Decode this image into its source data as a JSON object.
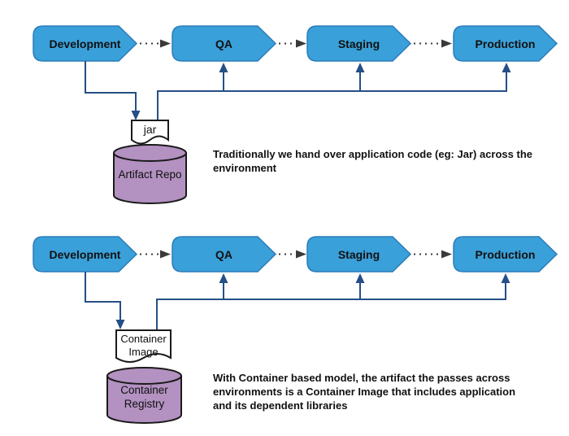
{
  "colors": {
    "stage_fill": "#3AA0D9",
    "stage_border": "#2B7CB9",
    "connector": "#254F87",
    "dotted": "#3A3A3A",
    "cylinder_fill": "#B391C1",
    "doc_fill": "#FFFFFF",
    "shape_border": "#1A1A1A",
    "text": "#111111"
  },
  "diagrams": [
    {
      "name": "traditional-handover",
      "stages": [
        {
          "label": "Development"
        },
        {
          "label": "QA"
        },
        {
          "label": "Staging"
        },
        {
          "label": "Production"
        }
      ],
      "artifact_lines": [
        "jar"
      ],
      "repository_lines": [
        "Artifact Repo"
      ],
      "caption_lines": [
        "Traditionally we hand over application code (eg: Jar) across the",
        "environment"
      ]
    },
    {
      "name": "container-based-model",
      "stages": [
        {
          "label": "Development"
        },
        {
          "label": "QA"
        },
        {
          "label": "Staging"
        },
        {
          "label": "Production"
        }
      ],
      "artifact_lines": [
        "Container",
        "Image"
      ],
      "repository_lines": [
        "Container",
        "Registry"
      ],
      "caption_lines": [
        "With Container based model, the artifact the passes across",
        "environments is a Container Image that includes application",
        "and its dependent libraries"
      ]
    }
  ]
}
